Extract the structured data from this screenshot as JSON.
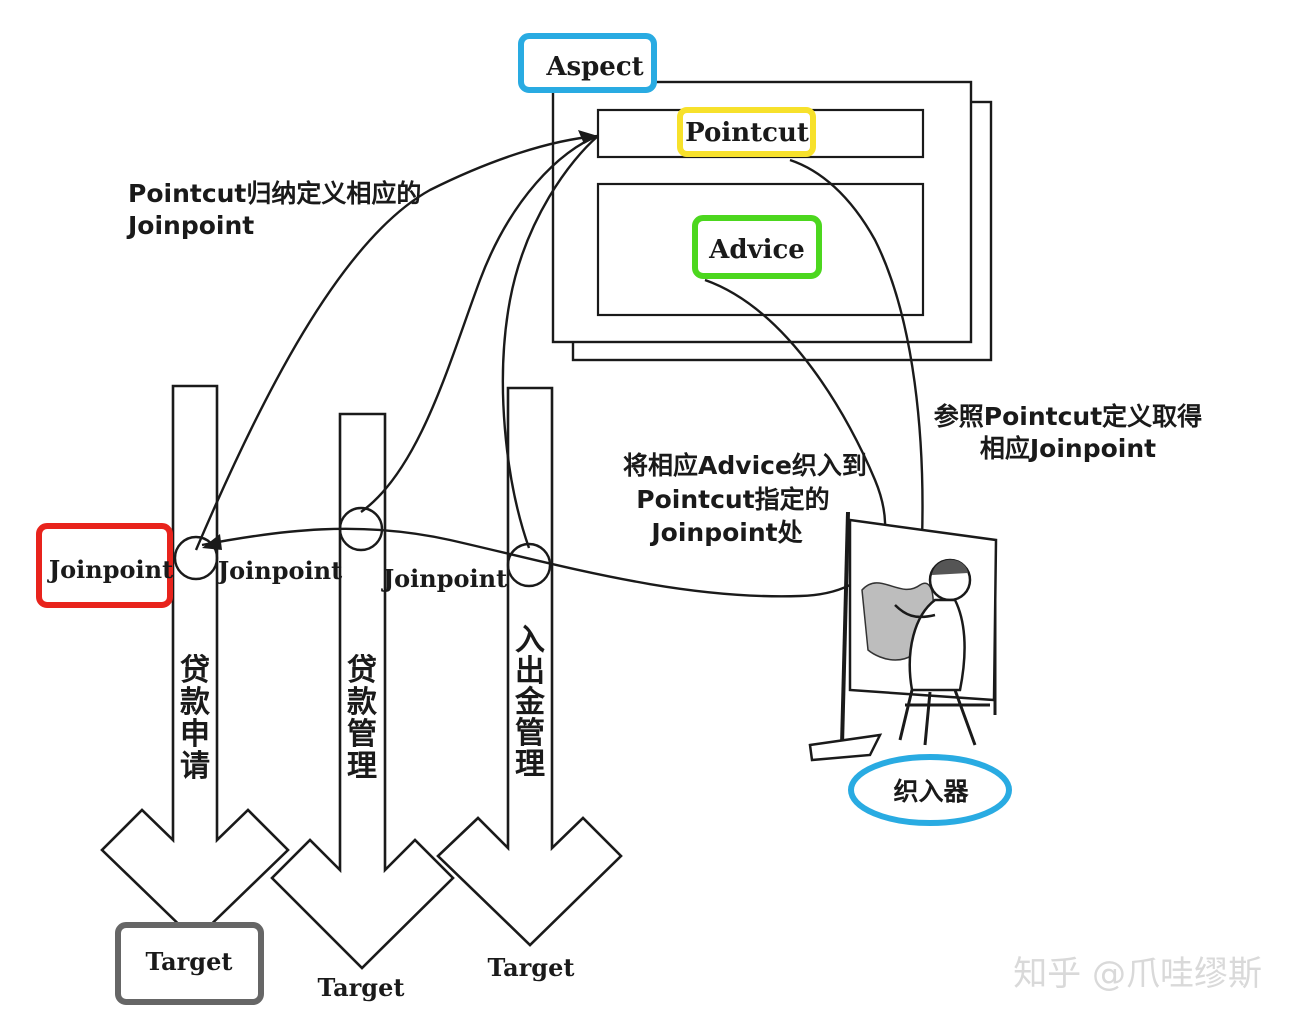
{
  "diagram": {
    "aspect_label": "Aspect",
    "pointcut_label": "Pointcut",
    "advice_label": "Advice",
    "note_pointcut_defines": [
      "Pointcut归纳定义相应的",
      "Joinpoint"
    ],
    "note_weave_advice": [
      "将相应Advice织入到",
      "Pointcut指定的",
      "Joinpoint处"
    ],
    "note_lookup_pointcut": [
      "参照Pointcut定义取得",
      "相应Joinpoint"
    ],
    "weaver_label": "织入器",
    "joinpoint_labels": [
      "Joinpoint",
      "Joinpoint",
      "Joinpoint"
    ],
    "highlighted_joinpoint_label": "Joinpoint",
    "flows": [
      {
        "name": "贷款申请",
        "chars": [
          "贷",
          "款",
          "申",
          "请"
        ],
        "target_label": "Target"
      },
      {
        "name": "贷款管理",
        "chars": [
          "贷",
          "款",
          "管",
          "理"
        ],
        "target_label": "Target"
      },
      {
        "name": "入出金管理",
        "chars": [
          "入",
          "出",
          "金",
          "管",
          "理"
        ],
        "target_label": "Target"
      }
    ]
  },
  "watermark": "知乎 @爪哇缪斯",
  "colors": {
    "aspect_box": "#29abe2",
    "pointcut_box": "#f7e12b",
    "advice_box": "#4cd71e",
    "joinpoint_box": "#e8231c",
    "target_box": "#666666",
    "weaver_ellipse": "#29abe2",
    "line": "#1a1a1a"
  }
}
